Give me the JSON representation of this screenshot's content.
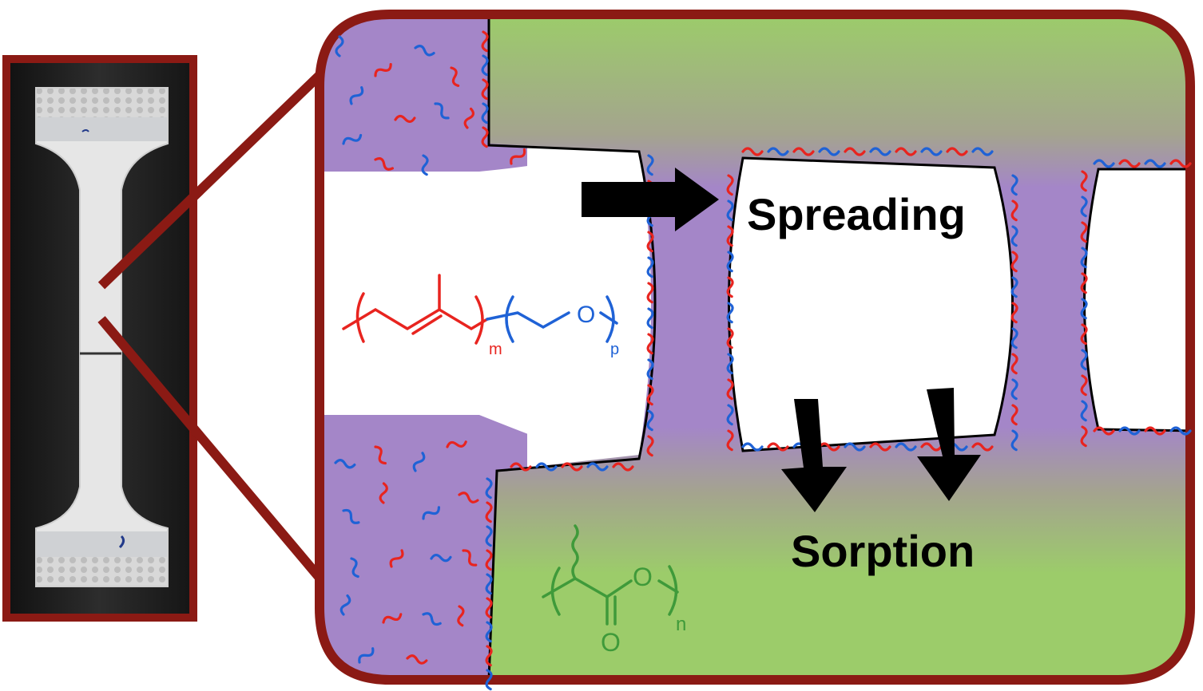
{
  "labels": {
    "spreading": "Spreading",
    "sorption": "Sorption"
  },
  "chem": {
    "block1_sub": "m",
    "block2_atom": "O",
    "block2_sub": "p",
    "acrylate_atom1": "O",
    "acrylate_atom2": "O",
    "acrylate_sub": "n"
  },
  "colors": {
    "frame": "#8b1a14",
    "matrix_green": "#9ccc6a",
    "oil_purple": "#a486c8",
    "red_chain": "#e8241f",
    "blue_chain": "#1f62d6",
    "acrylate_green": "#3f9a3a",
    "photo_bg": "#222222"
  },
  "icons": {
    "arrow": "arrow-icon",
    "chain": "squiggle-icon"
  }
}
